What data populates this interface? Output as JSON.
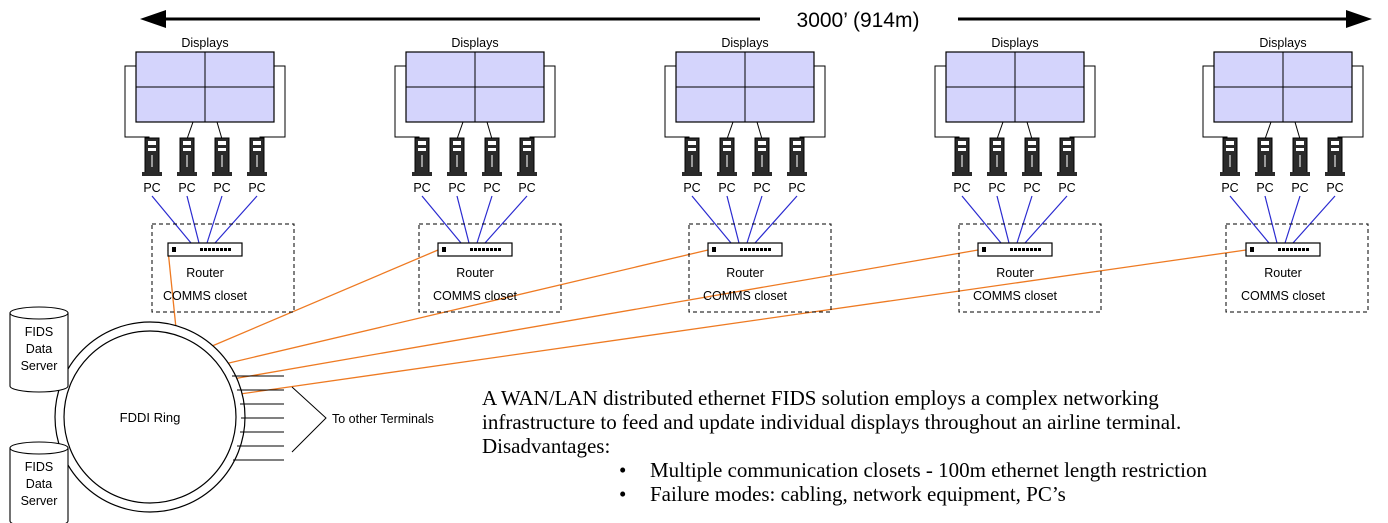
{
  "span_label": "3000’ (914m)",
  "stations": [
    {
      "displays_label": "Displays",
      "pc_labels": [
        "PC",
        "PC",
        "PC",
        "PC"
      ],
      "router_label": "Router",
      "closet_label": "COMMS closet"
    },
    {
      "displays_label": "Displays",
      "pc_labels": [
        "PC",
        "PC",
        "PC",
        "PC"
      ],
      "router_label": "Router",
      "closet_label": "COMMS closet"
    },
    {
      "displays_label": "Displays",
      "pc_labels": [
        "PC",
        "PC",
        "PC",
        "PC"
      ],
      "router_label": "Router",
      "closet_label": "COMMS closet"
    },
    {
      "displays_label": "Displays",
      "pc_labels": [
        "PC",
        "PC",
        "PC",
        "PC"
      ],
      "router_label": "Router",
      "closet_label": "COMMS closet"
    },
    {
      "displays_label": "Displays",
      "pc_labels": [
        "PC",
        "PC",
        "PC",
        "PC"
      ],
      "router_label": "Router",
      "closet_label": "COMMS closet"
    }
  ],
  "servers": [
    {
      "lines": [
        "FIDS",
        "Data",
        "Server"
      ]
    },
    {
      "lines": [
        "FIDS",
        "Data",
        "Server"
      ]
    }
  ],
  "ring_label": "FDDI Ring",
  "other_terminals_label": "To other Terminals",
  "description": {
    "paragraph_line1": "A WAN/LAN distributed ethernet FIDS solution employs a complex networking",
    "paragraph_line2": "infrastructure to feed and update individual displays throughout an airline terminal.",
    "disadvantages_heading": "Disadvantages:",
    "bullets": [
      "Multiple communication closets - 100m ethernet length restriction",
      "Failure modes: cabling, network equipment, PC’s"
    ]
  },
  "colors": {
    "display_fill": "#d4d4fc",
    "pc_link": "#2a2ad0",
    "backbone_link": "#ee7a22",
    "pc_body": "#2a2a2a"
  }
}
